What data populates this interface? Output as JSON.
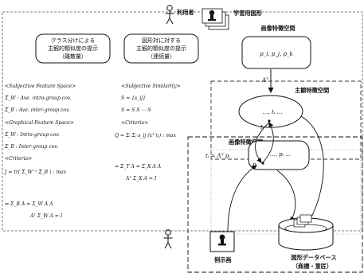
{
  "labels": {
    "user": "利用者",
    "learning_shapes": "学習用図形",
    "image_feature_space_top": "画像特徴空間",
    "subjective_feature_space": "主観特徴空間",
    "image_feature_space_lower": "画像特徴空間",
    "example_image": "例示画",
    "shape_database": "図形データベース",
    "shape_database_sub": "（商標・意匠）"
  },
  "boxes": {
    "classification": [
      "クラス分けによる",
      "主観的類似度の提示",
      "（離散量）"
    ],
    "similarity": [
      "図形対に対する",
      "主観的類似度の提示",
      "（連続量）"
    ]
  },
  "math": {
    "features": "p_i, p_j, p_k",
    "lambda_t": "Λᵀ",
    "subj_cluster": "…, tᵢ …",
    "t_i": "tᵢ",
    "mapping": "tᵢ = Λᵀ pᵢ",
    "img_cluster": "…, pᵢ …",
    "p_i": "pᵢ"
  },
  "equations": {
    "left": [
      "<Subjective Feature Space>",
      "Σ̂_W : Ave. intra-group cov.",
      "Σ̂_B : Ave. inter-group cov.",
      "<Graphical Feature Space>",
      "Σ_W : Intra-group cov.",
      "Σ_B : Inter-group cov.",
      "<Criteria>",
      "J = tr( Σ̂_W⁻¹ Σ̂_B ) : max",
      "⇐ Σ_B A = Σ_W A Λ",
      "Aᵀ Σ_W A = I"
    ],
    "right": [
      "<Subjective Similarity>",
      "S = {s_ij}",
      "S = S S ⋯ S",
      "<Criteria>",
      "Q = Σᵢ Σⱼ s_ij (tᵢᵀ tⱼ) : max",
      "⇐ Σ_T A = Σ_X A Λ",
      "Aᵀ Σ_X A = I"
    ]
  },
  "icons": [
    "user-figure-icon",
    "stamp-icon",
    "printer-icon",
    "folder-icon",
    "database-cylinder-icon"
  ]
}
